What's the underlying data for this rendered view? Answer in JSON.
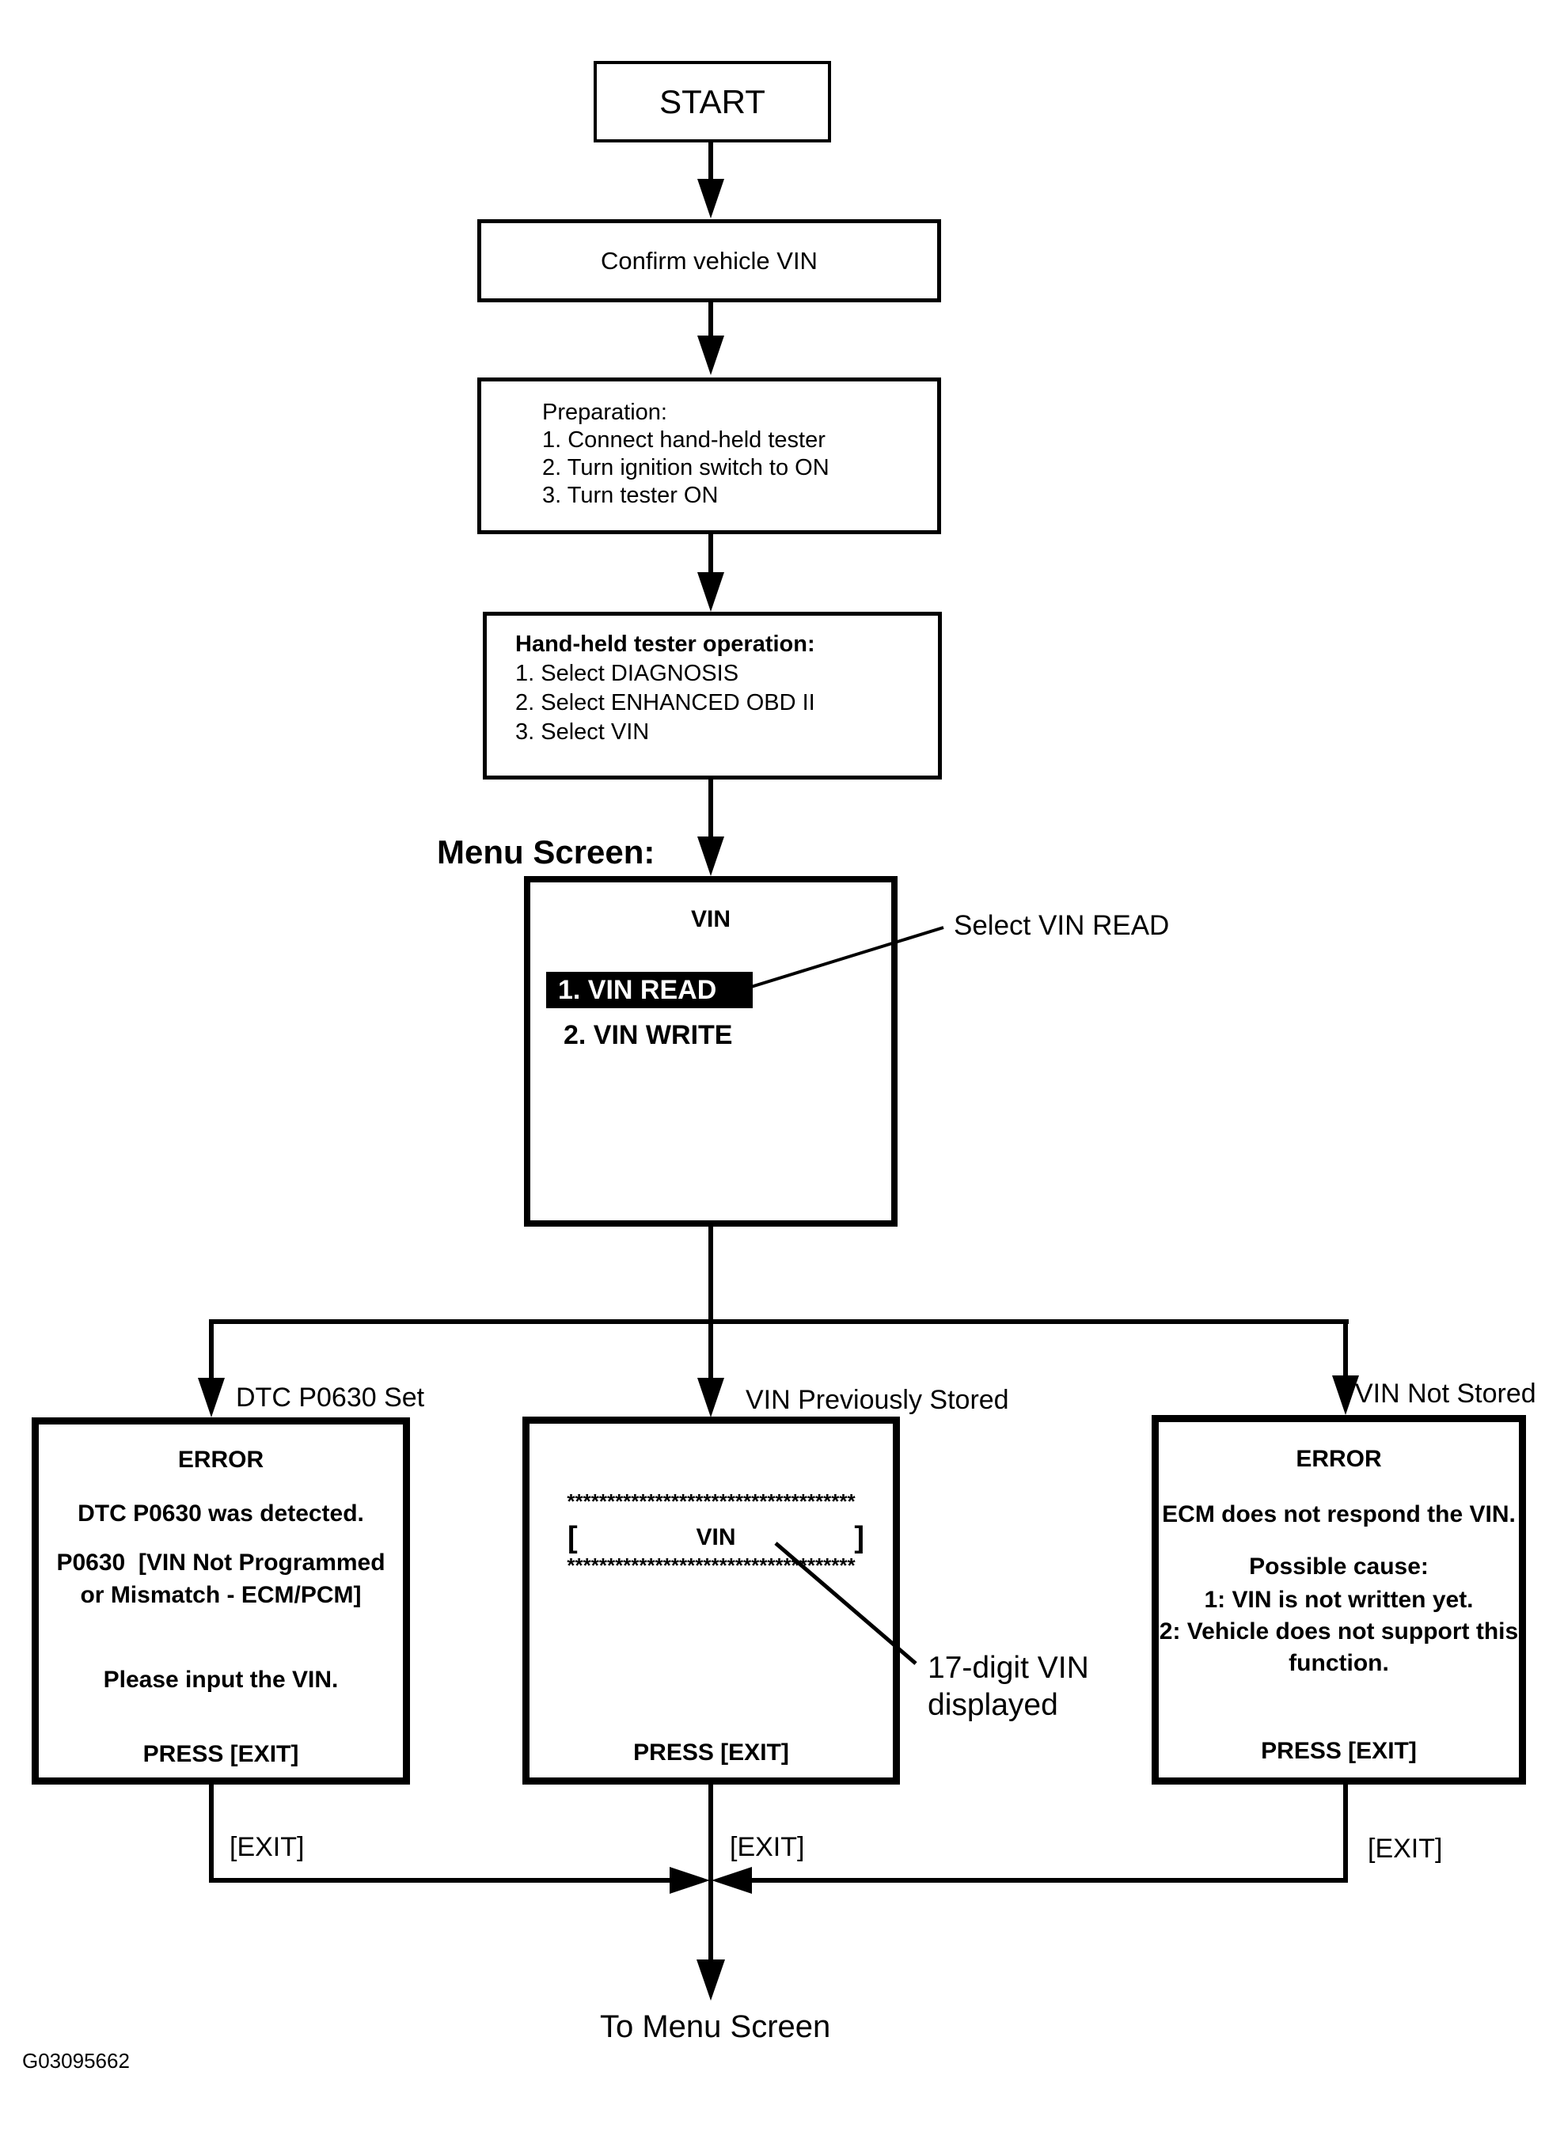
{
  "figure_code": "G03095662",
  "colors": {
    "ink": "#000000",
    "paper": "#ffffff"
  },
  "flow": {
    "start_label": "START",
    "confirm_label": "Confirm vehicle VIN",
    "preparation": {
      "title": "Preparation:",
      "step1": "1. Connect hand-held tester",
      "step2": "2. Turn ignition switch to ON",
      "step3": "3. Turn tester ON"
    },
    "tester_op": {
      "title": "Hand-held tester operation:",
      "step1": "1. Select DIAGNOSIS",
      "step2": "2. Select ENHANCED OBD II",
      "step3": "3. Select VIN"
    }
  },
  "menu_screen": {
    "heading": "Menu Screen:",
    "title": "VIN",
    "item_read": "1. VIN READ",
    "item_write": "2. VIN WRITE",
    "callout": "Select VIN READ"
  },
  "branch_labels": {
    "dtc_set": "DTC P0630 Set",
    "vin_stored": "VIN Previously Stored",
    "vin_not_stored": "VIN Not Stored"
  },
  "dtc_error_screen": {
    "title": "ERROR",
    "line1": "DTC P0630 was detected.",
    "line2": "P0630  [VIN Not Programmed",
    "line3": "or Mismatch - ECM/PCM]",
    "line4": "Please input the VIN.",
    "footer": "PRESS [EXIT]"
  },
  "vin_display_screen": {
    "stars_top": "************************************",
    "bracket_open": "[",
    "vin_label": "VIN",
    "bracket_close": "]",
    "stars_bottom": "************************************",
    "footer": "PRESS [EXIT]",
    "callout_line1": "17-digit VIN",
    "callout_line2": "displayed"
  },
  "ecm_error_screen": {
    "title": "ERROR",
    "line1": "ECM does not respond the VIN.",
    "line2": "Possible cause:",
    "line3": "1: VIN is not written yet.",
    "line4": "2: Vehicle does not support this",
    "line5": "function.",
    "footer": "PRESS [EXIT]"
  },
  "exit_flow": {
    "exit_left": "[EXIT]",
    "exit_middle": "[EXIT]",
    "exit_right": "[EXIT]",
    "to_menu": "To Menu Screen"
  }
}
